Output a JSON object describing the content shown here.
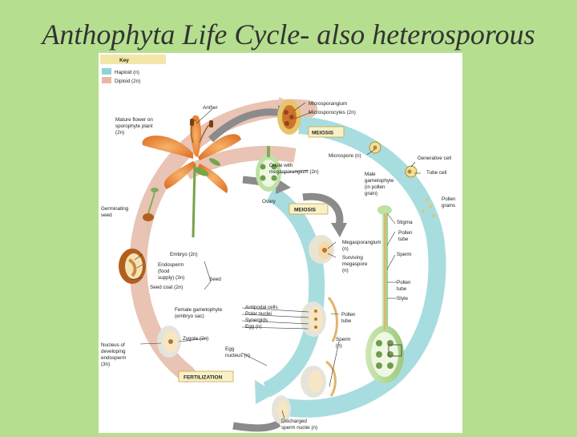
{
  "slide_title": "Anthophyta Life Cycle- also heterosporous",
  "key": {
    "title": "Key",
    "haploid": "Haploid (n)",
    "diploid": "Diploid (2n)",
    "colors": {
      "haploid": "#8fd4d8",
      "diploid": "#e8b7a5"
    }
  },
  "stages": {
    "meiosis1": "MEIOSIS",
    "meiosis2": "MEIOSIS",
    "fertilization": "FERTILIZATION"
  },
  "labels": {
    "anther": "Anther",
    "mature_flower_1": "Mature flower on",
    "mature_flower_2": "sporophyte plant",
    "mature_flower_3": "(2n)",
    "microsporangium": "Microsporangium",
    "microsporocytes": "Microsporocytes (2n)",
    "microspore": "Microspore (n)",
    "generative_cell": "Generative cell",
    "tube_cell": "Tube cell",
    "ovule_1": "Ovule with",
    "ovule_2": "megasporangium (2n)",
    "ovary": "Ovary",
    "male_gam_1": "Male",
    "male_gam_2": "gametophyte",
    "male_gam_3": "(in pollen",
    "male_gam_4": "grain)",
    "pollen_grains_1": "Pollen",
    "pollen_grains_2": "grains",
    "stigma": "Stigma",
    "pollen_tube_a_1": "Pollen",
    "pollen_tube_a_2": "tube",
    "sperm_a": "Sperm",
    "germinating_seed_1": "Germinating",
    "germinating_seed_2": "seed",
    "megasporangium_1": "Megasporangium",
    "megasporangium_2": "(n)",
    "surviving_1": "Surviving",
    "surviving_2": "megaspore",
    "surviving_3": "(n)",
    "embryo": "Embryo (2n)",
    "endosperm_1": "Endosperm",
    "endosperm_2": "(food",
    "endosperm_3": "supply) (3n)",
    "seed_coat": "Seed coat (2n)",
    "seed": "Seed",
    "pollen_tube_b_1": "Pollen",
    "pollen_tube_b_2": "tube",
    "style": "Style",
    "female_gam_1": "Female gametophyte",
    "female_gam_2": "(embryo sac)",
    "antipodal": "Antipodal cells",
    "polar_nuclei": "Polar nuclei",
    "synergids": "Synergids",
    "egg": "Egg (n)",
    "pollen_tube_c_1": "Pollen",
    "pollen_tube_c_2": "tube",
    "sperm_b_1": "Sperm",
    "sperm_b_2": "(n)",
    "nucleus_dev_1": "Nucleus of",
    "nucleus_dev_2": "developing",
    "nucleus_dev_3": "endosperm",
    "nucleus_dev_4": "(3n)",
    "zygote": "Zygote (2n)",
    "egg_nucleus_1": "Egg",
    "egg_nucleus_2": "nucleus (n)",
    "discharged_1": "Discharged",
    "discharged_2": "sperm nuclei (n)"
  }
}
